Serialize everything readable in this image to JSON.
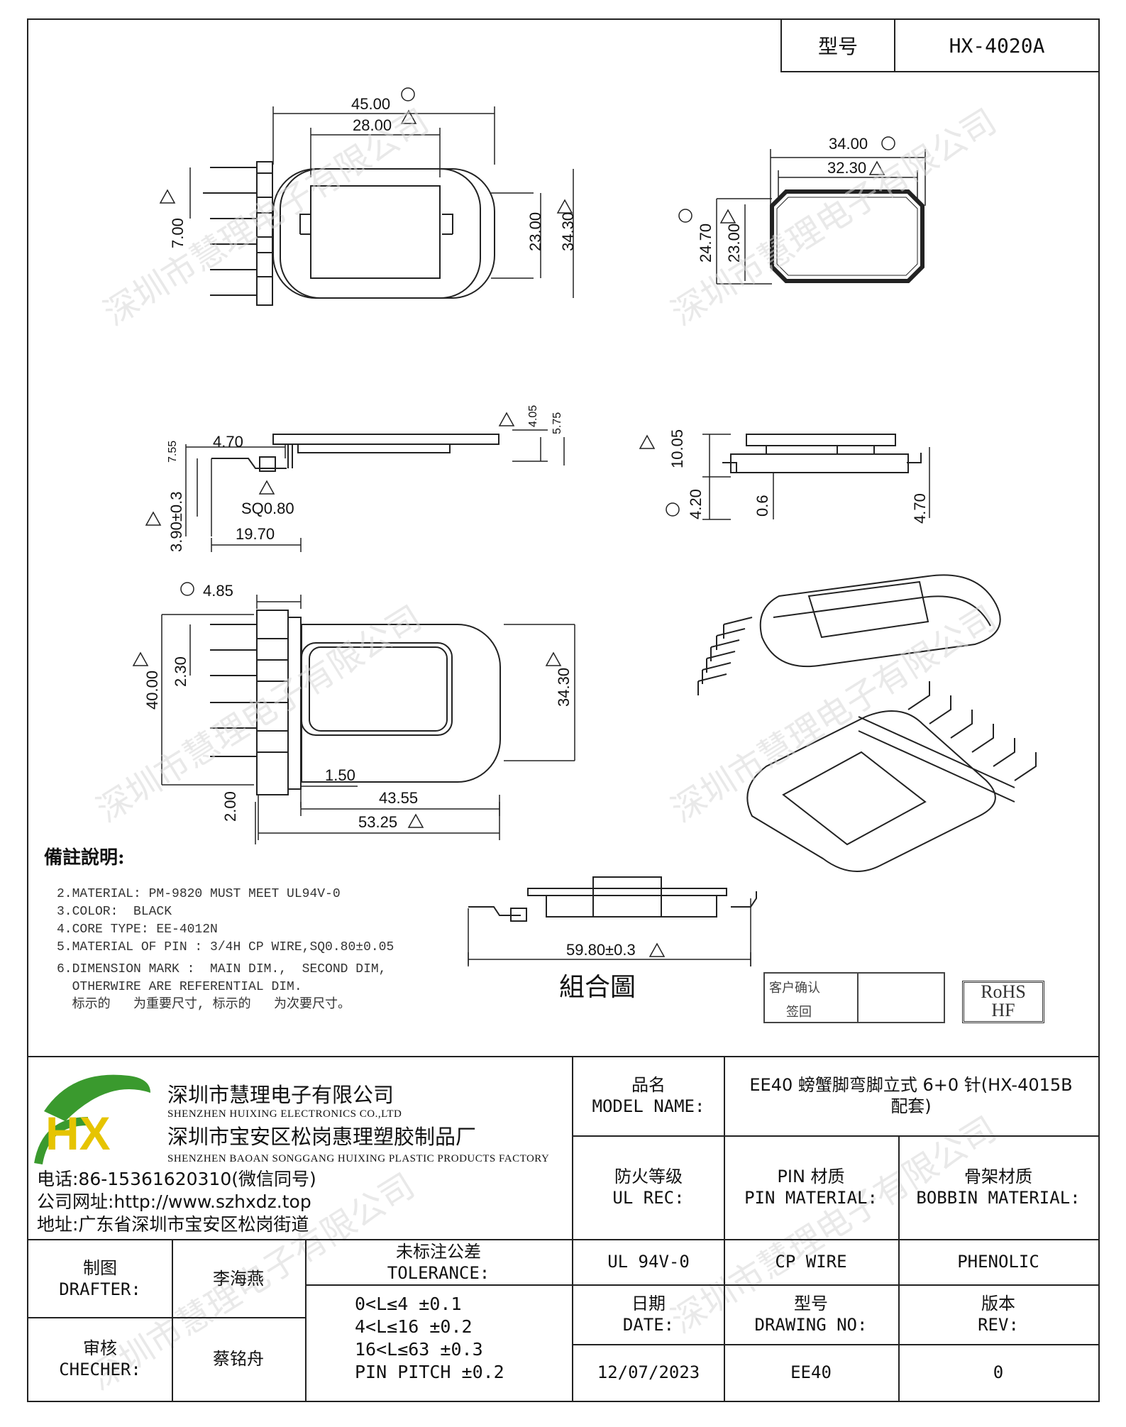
{
  "header": {
    "model_label": "型号",
    "model_value": "HX-4020A"
  },
  "dimensions": {
    "top_width_a": "45.00",
    "top_width_b": "28.00",
    "top_pin_pitch": "7.00",
    "top_height_a": "23.00",
    "top_height_b": "34.30",
    "end_width_a": "34.00",
    "end_width_b": "32.30",
    "end_height_a": "24.70",
    "end_height_b": "23.00",
    "side_7_55": "7.55",
    "side_4_70": "4.70",
    "side_4_05": "4.05",
    "side_5_75": "5.75",
    "side_sq": "SQ0.80",
    "side_3_90": "3.90±0.3",
    "side_19_70": "19.70",
    "side2_10_05": "10.05",
    "side2_4_20": "4.20",
    "side2_0_6": "0.6",
    "side2_4_70": "4.70",
    "bot_4_85": "4.85",
    "bot_40_00": "40.00",
    "bot_2_30": "2.30",
    "bot_34_30": "34.30",
    "bot_1_50": "1.50",
    "bot_2_00": "2.00",
    "bot_43_55": "43.55",
    "bot_53_25": "53.25",
    "combo_59_80": "59.80±0.3"
  },
  "watermark": "深圳市慧理电子有限公司",
  "notes": {
    "title": "備註說明:",
    "lines": [
      "2.MATERIAL: PM-9820 MUST MEET UL94V-0",
      "3.COLOR:  BLACK",
      "4.CORE TYPE: EE-4012N",
      "5.MATERIAL OF PIN : 3/4H CP WIRE,SQ0.80±0.05",
      "6.DIMENSION MARK :  MAIN DIM.,  SECOND DIM,",
      "  OTHERWIRE ARE REFERENTIAL DIM.",
      "  标示的   为重要尺寸, 标示的   为次要尺寸。"
    ]
  },
  "combo_label": "組合圖",
  "customer": {
    "line1": "客户确认",
    "line2": "签回"
  },
  "rohs": {
    "line1": "RoHS",
    "line2": "HF"
  },
  "company": {
    "name_cn": "深圳市慧理电子有限公司",
    "name_en": "SHENZHEN HUIXING ELECTRONICS CO.,LTD",
    "factory_cn": "深圳市宝安区松岗惠理塑胶制品厂",
    "factory_en": "SHENZHEN BAOAN SONGGANG HUIXING PLASTIC PRODUCTS FACTORY",
    "phone": "电话:86-15361620310(微信同号)",
    "website": "公司网址:http://www.szhxdz.top",
    "address": "地址:广东省深圳市宝安区松岗街道",
    "logo_text": "HX"
  },
  "titleblock": {
    "model_name_cn": "品名",
    "model_name_en": "MODEL NAME:",
    "model_name_value_1": "EE40 螃蟹脚弯脚立式 6+0 针(HX-4015B",
    "model_name_value_2": "配套)",
    "ul_cn": "防火等级",
    "ul_en": "UL REC:",
    "pin_cn": "PIN 材质",
    "pin_en": "PIN MATERIAL:",
    "bobbin_cn": "骨架材质",
    "bobbin_en": "BOBBIN MATERIAL:",
    "ul_value": "UL 94V-0",
    "pin_value": "CP WIRE",
    "bobbin_value": "PHENOLIC",
    "drafter_cn": "制图",
    "drafter_en": "DRAFTER:",
    "drafter_name": "李海燕",
    "checker_cn": "审核",
    "checker_en": "CHECHER:",
    "checker_name": "蔡铭舟",
    "tol_cn": "未标注公差",
    "tol_en": "TOLERANCE:",
    "tol_lines": [
      "0<L≤4   ±0.1",
      "4<L≤16  ±0.2",
      "16<L≤63  ±0.3",
      "PIN PITCH  ±0.2"
    ],
    "date_cn": "日期",
    "date_en": "DATE:",
    "date_value": "12/07/2023",
    "drawing_cn": "型号",
    "drawing_en": "DRAWING NO:",
    "drawing_value": "EE40",
    "rev_cn": "版本",
    "rev_en": "REV:",
    "rev_value": "0"
  },
  "colors": {
    "logo_green": "#3a9a2e",
    "logo_yellow": "#e6c400",
    "line": "#222222",
    "watermark": "#d8d8d8"
  }
}
